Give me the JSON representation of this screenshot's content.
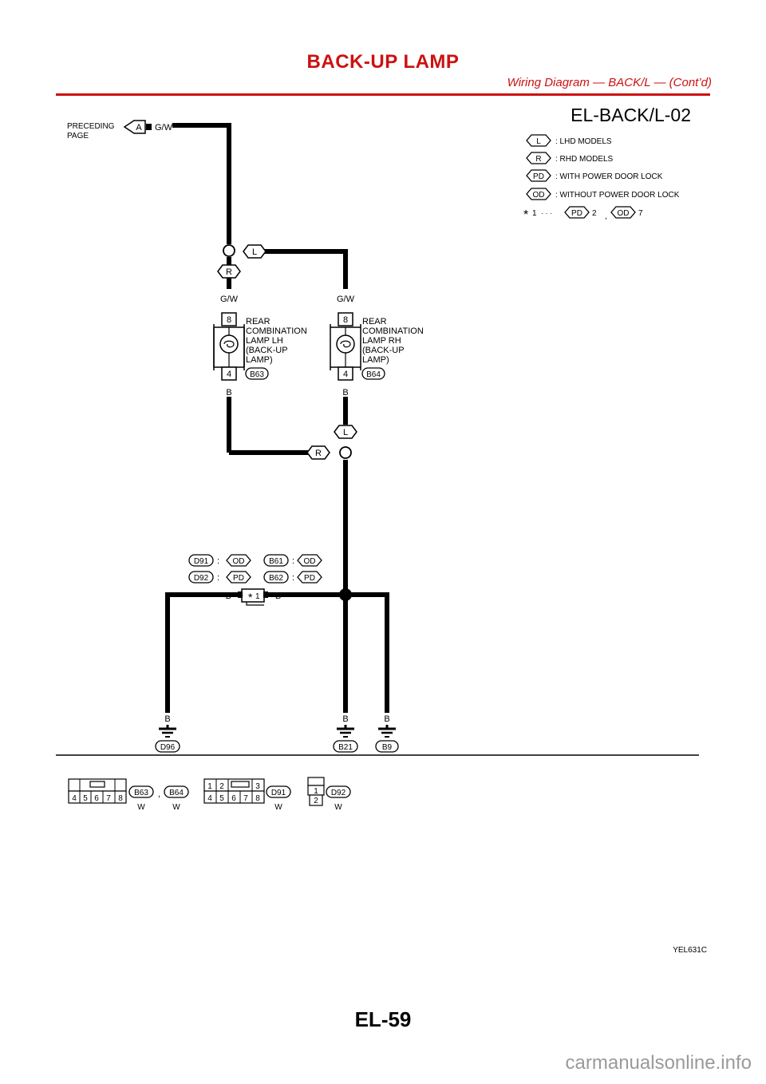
{
  "header": {
    "title": "BACK-UP LAMP",
    "subtitle": "Wiring Diagram — BACK/L — (Cont’d)"
  },
  "diagram": {
    "code": "EL-BACK/L-02",
    "preceding_page": [
      "PRECEDING",
      "PAGE"
    ],
    "connector_a": "A",
    "legend": [
      {
        "tag": "L",
        "text": ": LHD MODELS"
      },
      {
        "tag": "R",
        "text": ": RHD MODELS"
      },
      {
        "tag": "PD",
        "text": ": WITH POWER DOOR LOCK"
      },
      {
        "tag": "OD",
        "text": ": WITHOUT POWER DOOR LOCK"
      }
    ],
    "star_note": {
      "label": "1",
      "dots": "· · ·",
      "pd": "PD",
      "pd_val": "2",
      "sep": ",",
      "od": "OD",
      "od_val": "7"
    },
    "wire_colors": {
      "gw": "G/W",
      "b": "B"
    },
    "routing_tags": {
      "l": "L",
      "r": "R"
    },
    "lamp_lh": {
      "lines": [
        "REAR",
        "COMBINATION",
        "LAMP LH",
        "(BACK-UP",
        "LAMP)"
      ],
      "pin_top": "8",
      "pin_bottom": "4",
      "connector": "B63"
    },
    "lamp_rh": {
      "lines": [
        "REAR",
        "COMBINATION",
        "LAMP RH",
        "(BACK-UP",
        "LAMP)"
      ],
      "pin_top": "8",
      "pin_bottom": "4",
      "connector": "B64"
    },
    "joint_table": [
      {
        "connector": "D91",
        "sep": ":",
        "tag": "OD"
      },
      {
        "connector": "D92",
        "sep": ":",
        "tag": "PD"
      },
      {
        "connector": "B61",
        "sep": ":",
        "tag": "OD"
      },
      {
        "connector": "B62",
        "sep": ":",
        "tag": "PD"
      }
    ],
    "star_connector": "1",
    "grounds": [
      "D96",
      "B21",
      "B9"
    ],
    "connector_views": {
      "c1": {
        "pins": [
          "4",
          "5",
          "6",
          "7",
          "8"
        ],
        "ids": [
          "B63",
          "B64"
        ],
        "sep": ",",
        "color": "W"
      },
      "c2": {
        "pins_top": [
          "1",
          "2",
          "3"
        ],
        "pins_bottom": [
          "4",
          "5",
          "6",
          "7",
          "8"
        ],
        "id": "D91",
        "color": "W"
      },
      "c3": {
        "pins": [
          "1",
          "2"
        ],
        "id": "D92",
        "color": "W"
      }
    },
    "figure_id": "YEL631C"
  },
  "page_number": "EL-59",
  "footer": "carmanualsonline.info"
}
